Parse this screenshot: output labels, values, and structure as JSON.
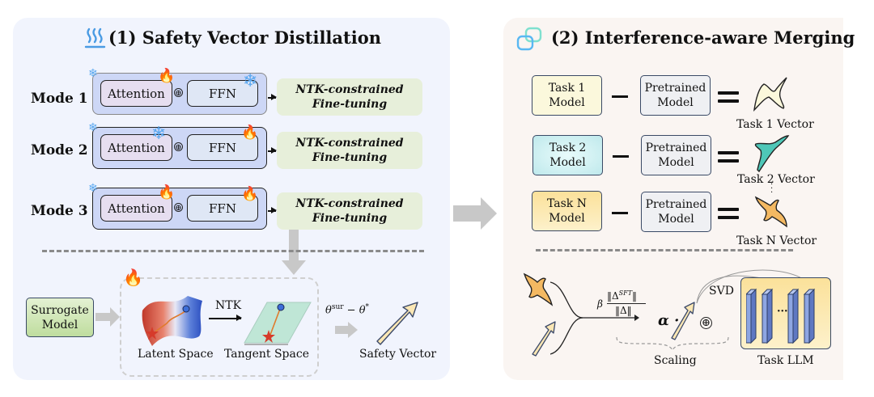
{
  "panel1": {
    "title": "(1) Safety Vector Distillation",
    "title_icon": "heat-waves-icon",
    "modes": [
      {
        "label": "Mode 1",
        "attention": "Attention",
        "ffn": "FFN",
        "attention_state": "trainable-fire",
        "ffn_state": "frozen-snowflake",
        "result_line1": "NTK-constrained",
        "result_line2": "Fine-tuning"
      },
      {
        "label": "Mode 2",
        "attention": "Attention",
        "ffn": "FFN",
        "attention_state": "frozen-snowflake",
        "ffn_state": "trainable-fire",
        "result_line1": "NTK-constrained",
        "result_line2": "Fine-tuning"
      },
      {
        "label": "Mode 3",
        "attention": "Attention",
        "ffn": "FFN",
        "attention_state": "trainable-fire",
        "ffn_state": "trainable-fire",
        "result_line1": "NTK-constrained",
        "result_line2": "Fine-tuning"
      }
    ],
    "oplus": "⊕",
    "surrogate_line1": "Surrogate",
    "surrogate_line2": "Model",
    "latent_label": "Latent Space",
    "ntk_label": "NTK",
    "tangent_label": "Tangent Space",
    "formula": "θ^sur − θ*",
    "formula_base1": "θ",
    "formula_sup1": "sur",
    "formula_mid": " − θ",
    "formula_sup2": "*",
    "safety_vector_label": "Safety Vector"
  },
  "panel2": {
    "title": "(2) Interference-aware Merging",
    "title_icon": "linked-squares-icon",
    "rows": [
      {
        "task_line1": "Task 1",
        "task_line2": "Model",
        "pre_line1": "Pretrained",
        "pre_line2": "Model",
        "vector_label": "Task 1 Vector",
        "color": "#fbf8dc"
      },
      {
        "task_line1": "Task 2",
        "task_line2": "Model",
        "pre_line1": "Pretrained",
        "pre_line2": "Model",
        "vector_label": "Task 2 Vector",
        "color": "#cdeff0"
      },
      {
        "task_line1": "Task N",
        "task_line2": "Model",
        "pre_line1": "Pretrained",
        "pre_line2": "Model",
        "vector_label": "Task N Vector",
        "color": "#fbe6a6"
      }
    ],
    "scale_beta": "β",
    "scale_num": "‖Δ^SFT‖",
    "scale_num_base": "‖Δ",
    "scale_num_sup": "SFT",
    "scale_num_end": "‖",
    "scale_den": "‖Δ‖",
    "alpha": "α ·",
    "oplus": "⊕",
    "svd_label": "SVD",
    "ellipsis": "···",
    "scaling_label": "Scaling",
    "task_llm_label": "Task LLM"
  },
  "colors": {
    "panel1_bg": "#f1f4fd",
    "panel2_bg": "#faf5f2",
    "mode_box": "#cdd7f6",
    "attention_box": "#e6def0",
    "ffn_box": "#dfe7f5",
    "ntk_box": "#e7efda",
    "surrogate_box": "#cfe6b3",
    "pretrained_box": "#eff0f3",
    "task_llm_bg": "#fbe6a6",
    "layer_blue": "#7f97d6",
    "arrow_gray": "#c8c8c8",
    "safety_vector_fill": "#fbe7b4"
  }
}
